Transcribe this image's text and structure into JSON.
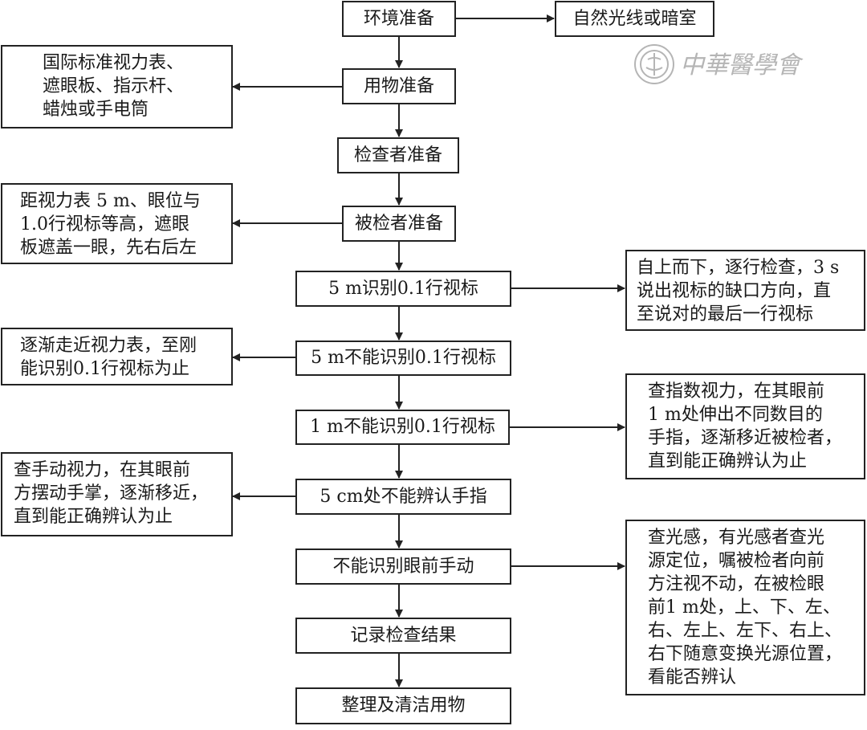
{
  "steps": {
    "env": "环境准备",
    "supplies": "用物准备",
    "examiner": "检查者准备",
    "examinee": "被检者准备",
    "identify": "5 m识别0.1行视标",
    "cannot5m": "5 m不能识别0.1行视标",
    "cannot1m": "1 m不能识别0.1行视标",
    "cannot5cm": "5 cm处不能辨认手指",
    "cannothand": "不能识别眼前手动",
    "record": "记录检查结果",
    "tidy": "整理及清洁用物"
  },
  "notes": {
    "env": [
      "自然光线或暗室"
    ],
    "supplies": [
      "国际标准视力表、",
      "遮眼板、指示杆、",
      "蜡烛或手电筒"
    ],
    "examinee": [
      "距视力表 5 m、眼位与",
      "1.0行视标等高，遮眼",
      "板遮盖一眼，先右后左"
    ],
    "identify": [
      "自上而下，逐行检查，3 s",
      "说出视标的缺口方向，直",
      "至说对的最后一行视标"
    ],
    "cannot5m": [
      "逐渐走近视力表，至刚",
      "能识别0.1行视标为止"
    ],
    "cannot1m": [
      "查指数视力，在其眼前",
      "1 m处伸出不同数目的",
      "手指，逐渐移近被检者，",
      "直到能正确辨认为止"
    ],
    "cannot5cm": [
      "查手动视力，在其眼前",
      "方摆动手掌，逐渐移近，",
      "直到能正确辨认为止"
    ],
    "cannothand": [
      "查光感，有光感者查光",
      "源定位，嘱被检者向前",
      "方注视不动，在被检眼",
      "前1 m处，上、下、左、",
      "右、左上、左下、右上、",
      "右下随意变换光源位置，",
      "看能否辨认"
    ]
  },
  "watermark": {
    "text": "中華醫學會"
  },
  "colors": {
    "line": "#222222",
    "watermark": "#b5b5b5"
  }
}
